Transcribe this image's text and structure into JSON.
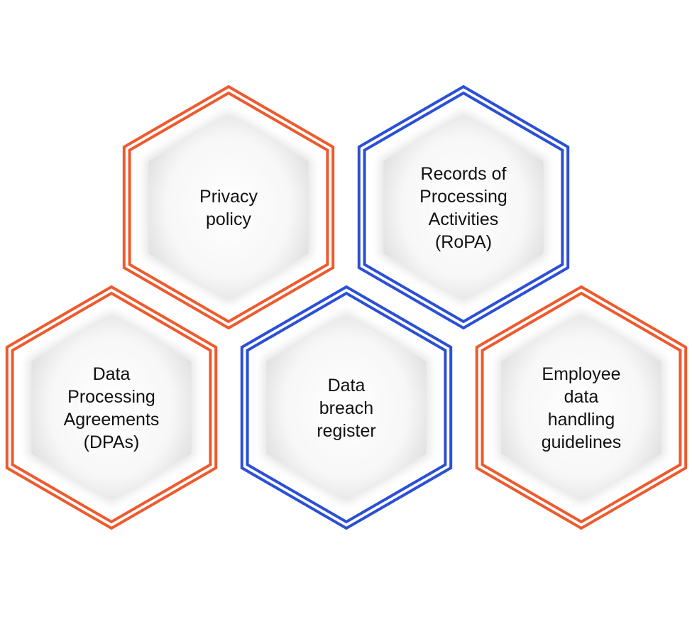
{
  "colors": {
    "orange": "#EE5A2E",
    "blue": "#2B4FD6",
    "inner_fill": "#F1F1F1",
    "text": "#111111"
  },
  "hexagons": [
    {
      "id": "privacy-policy",
      "lines": [
        "Privacy",
        "policy"
      ],
      "color": "orange"
    },
    {
      "id": "ropa",
      "lines": [
        "Records of",
        "Processing",
        "Activities",
        "(RoPA)"
      ],
      "color": "blue"
    },
    {
      "id": "dpas",
      "lines": [
        "Data",
        "Processing",
        "Agreements",
        "(DPAs)"
      ],
      "color": "orange"
    },
    {
      "id": "data-breach-register",
      "lines": [
        "Data",
        "breach",
        "register"
      ],
      "color": "blue"
    },
    {
      "id": "employee-guidelines",
      "lines": [
        "Employee",
        "data",
        "handling",
        "guidelines"
      ],
      "color": "orange"
    }
  ]
}
